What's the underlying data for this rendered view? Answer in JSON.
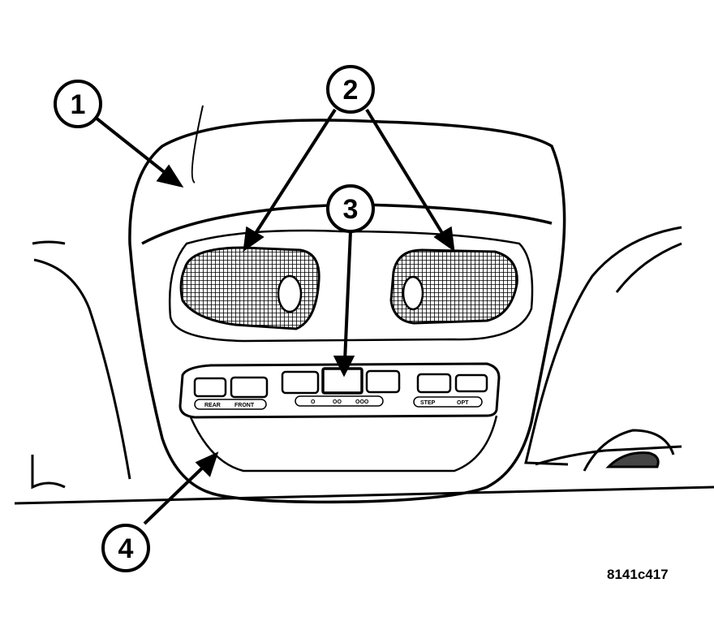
{
  "callouts": {
    "c1": "1",
    "c2": "2",
    "c3": "3",
    "c4": "4"
  },
  "console_labels": {
    "rear": "REAR",
    "front": "FRONT",
    "dot1": "O",
    "dot2": "OO",
    "dot3": "OOO",
    "step": "STEP",
    "opt": "OPT"
  },
  "figure_id": "8141c417",
  "colors": {
    "ink": "#000000",
    "paper": "#ffffff",
    "lens_fill": "#8a8a8a"
  }
}
